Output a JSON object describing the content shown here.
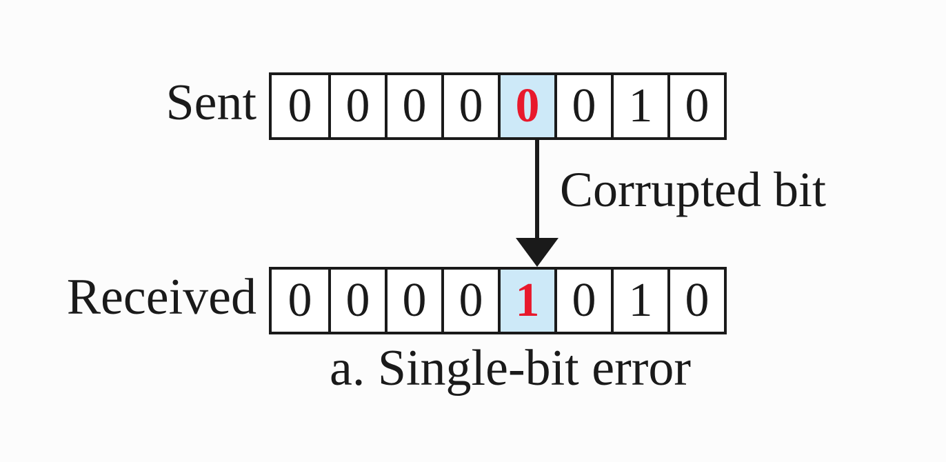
{
  "figure": {
    "caption": "a. Single-bit error",
    "arrow_label": "Corrupted bit"
  },
  "sent": {
    "label": "Sent",
    "bits": [
      "0",
      "0",
      "0",
      "0",
      "0",
      "0",
      "1",
      "0"
    ],
    "corrupted_index": 4,
    "corrupted_bit_value": "0"
  },
  "received": {
    "label": "Received",
    "bits": [
      "0",
      "0",
      "0",
      "0",
      "1",
      "0",
      "1",
      "0"
    ],
    "corrupted_index": 4,
    "corrupted_bit_value": "1"
  },
  "colors": {
    "highlight_blue": "#cde9f8",
    "error_red": "#e8192c",
    "line_black": "#1a1a1a",
    "background": "#fcfcfc"
  }
}
